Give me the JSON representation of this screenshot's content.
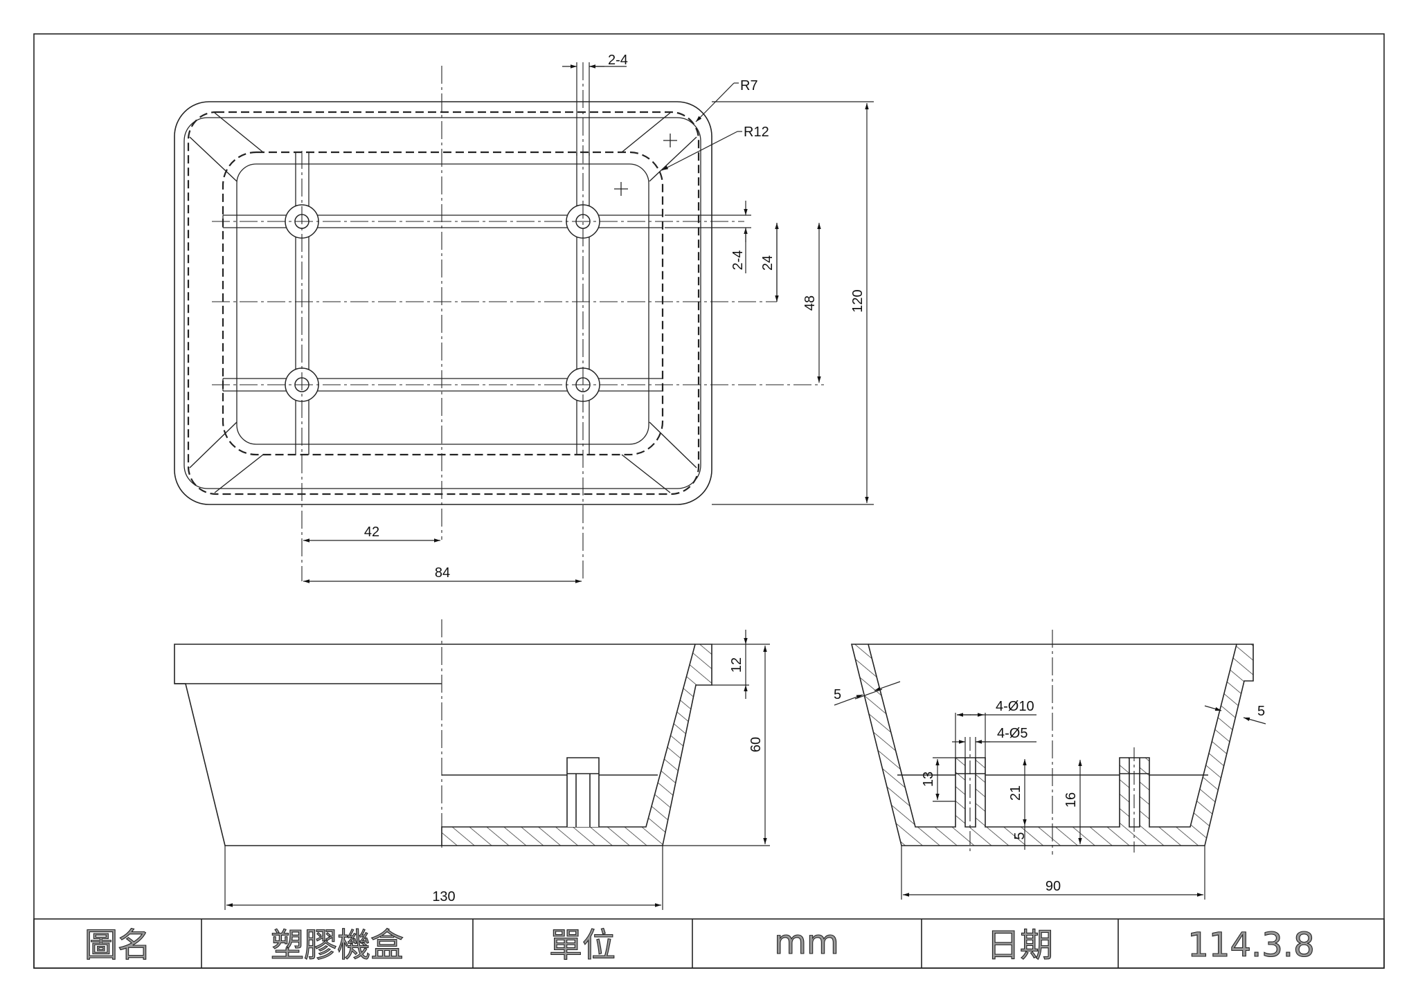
{
  "dimensions": {
    "plan": {
      "rib_width_top": "2-4",
      "radius_outer": "R7",
      "radius_inner": "R12",
      "rib_width_side": "2-4",
      "half_spacing_y": "24",
      "spacing_y": "48",
      "overall_height": "120",
      "offset_x": "42",
      "spacing_x": "84"
    },
    "front": {
      "flange_height": "12",
      "overall_height": "60",
      "overall_length": "130"
    },
    "side": {
      "wall_left": "5",
      "wall_right": "5",
      "boss_outer": "4-Ø10",
      "boss_inner": "4-Ø5",
      "boss_height": "13",
      "floor_to_boss": "21",
      "inner_height": "16",
      "floor_thickness": "5",
      "overall_width": "90"
    }
  },
  "title_block": {
    "name_label": "圖名",
    "name_value": "塑膠機盒",
    "unit_label": "單位",
    "unit_value": "mm",
    "date_label": "日期",
    "date_value": "114.3.8"
  }
}
